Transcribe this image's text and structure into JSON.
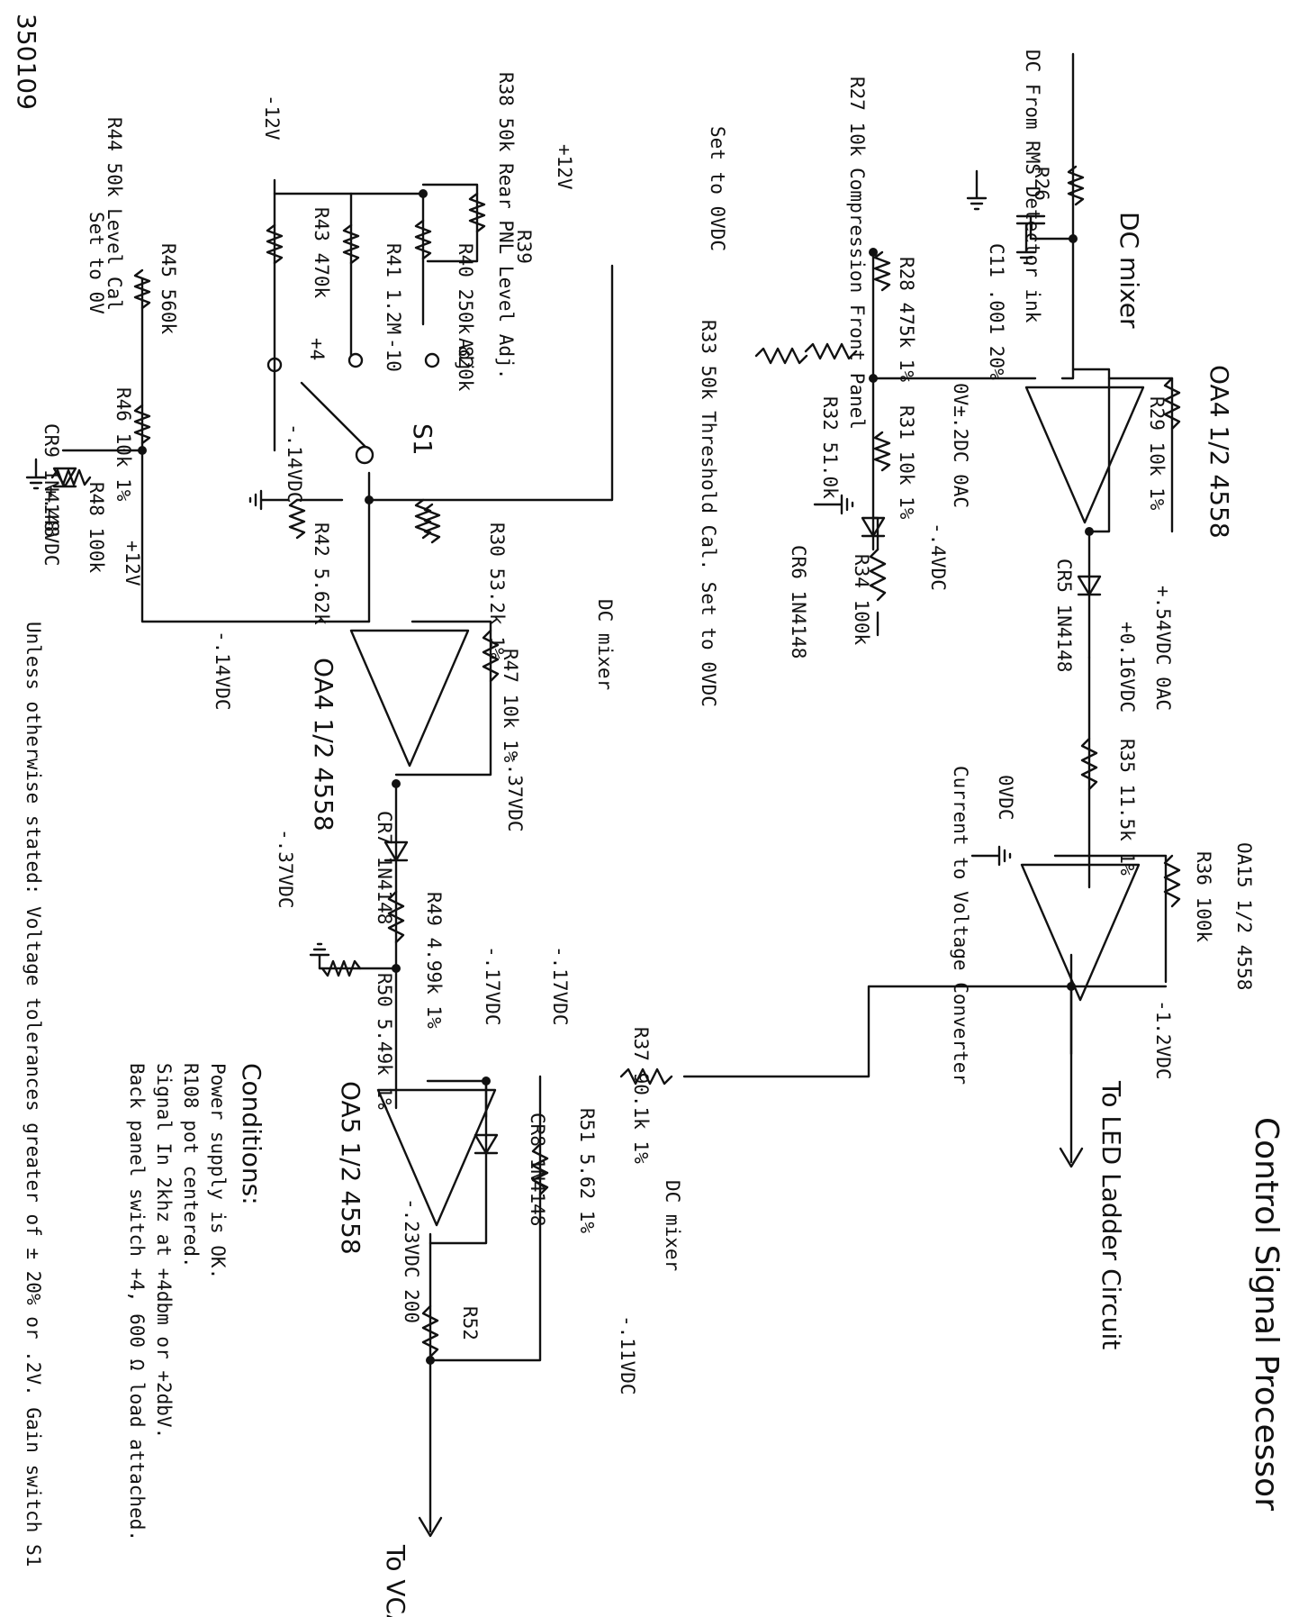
{
  "doc": {
    "id": "350109",
    "title": "Control Signal Processor"
  },
  "sections": {
    "dc_mixer_top": "DC mixer",
    "dc_mixer_mid": "DC mixer",
    "dc_mixer_right": "DC mixer",
    "current_to_voltage": "Current to Voltage Converter"
  },
  "inputs": {
    "dc_source": "DC From RMS Detector ink",
    "to_led": "To LED Ladder Circuit",
    "to_vca": "To VCA"
  },
  "components": {
    "r26": "R26",
    "c11": "C11 .001 20%",
    "oa4a": "OA4 1/2 4558",
    "r29": "R29 10k 1%",
    "cr5": "CR5 1N4148",
    "r35": "R35 11.5k 1%",
    "oa15": "OA15 1/2 4558",
    "r36": "R36 100k",
    "r27": "R27 10k Compression Front Panel",
    "r28": "R28 475k 1%",
    "r31": "R31 10k 1%",
    "r32": "R32 51.0k",
    "r33": "R33 50k Threshold Cal. Set to 0VDC",
    "r34": "R34 100k",
    "cr6": "CR6 1N4148",
    "r38": "R38 50k Rear PNL Level Adj.",
    "r39": "R39",
    "r40": "R40 250k 820k",
    "r41": "R41 1.2M",
    "r43": "R43 470k",
    "s1": "S1",
    "r42": "R42 5.62k",
    "r30": "R30 53.2k 1%",
    "r44": "R44 50k Level Cal",
    "r45": "R45 560k",
    "r46": "R46 10k 1%",
    "r48": "R48 100k",
    "cr9": "CR9 1N4148",
    "r47": "R47 10k 1%",
    "oa4b": "OA4 1/2 4558",
    "cr7": "CR7 1N4148",
    "r49": "R49 4.99k 1%",
    "r50": "R50 5.49k 1%",
    "r37": "R37 90.1k 1%",
    "r51": "R51 5.62 1%",
    "cr8": "CR8 1N4148",
    "oa5": "OA5 1/2 4558",
    "r52": "R52"
  },
  "voltages": {
    "v_plus054": "+.54VDC 0AC",
    "v_plus016": "+0.16VDC",
    "v_0vdc_oa15": "0VDC",
    "v_minus12_out": "-1.2VDC",
    "v_0v_r31": "0V±.2DC 0AC",
    "v_minus04": "-.4VDC",
    "v_minus014_s1": "-.14VDC",
    "v_minus014_oa4b": "-.14VDC",
    "v_minus037_a": "-.37VDC",
    "v_minus037_b": "-.37VDC",
    "v_minus017_a": "-.17VDC",
    "v_minus017_b": "-.17VDC",
    "v_minus011": "-.11VDC",
    "v_minus023": "-.23VDC 200",
    "v_plus448": "+.48VDC",
    "set_to_0vdc": "Set to 0VDC",
    "set_to_0v": "Set to 0V",
    "rail_p12": "+12V",
    "rail_m12": "-12V",
    "rail_p12_short": "+12",
    "rail_m12_short": "-12",
    "adj": "Adj",
    "p4": "+4",
    "m10": "-10"
  },
  "notes": {
    "unless": "Unless otherwise stated: Voltage tolerances greater of ± 20% or .2V. Gain switch S1",
    "conditions_title": "Conditions:",
    "conditions": [
      "Power supply is OK.",
      "R108 pot centered.",
      "Signal In 2khz at +4dbm or +2dbV.",
      "Back panel switch +4, 600 Ω load attached."
    ]
  }
}
